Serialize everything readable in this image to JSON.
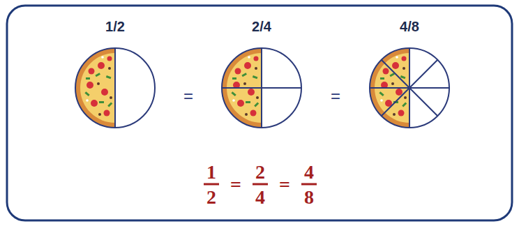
{
  "diagram": {
    "labels": [
      "1/2",
      "2/4",
      "4/8",
      "=",
      "=",
      "1",
      "2",
      "=",
      "2",
      "4",
      "=",
      "4",
      "8"
    ]
  }
}
